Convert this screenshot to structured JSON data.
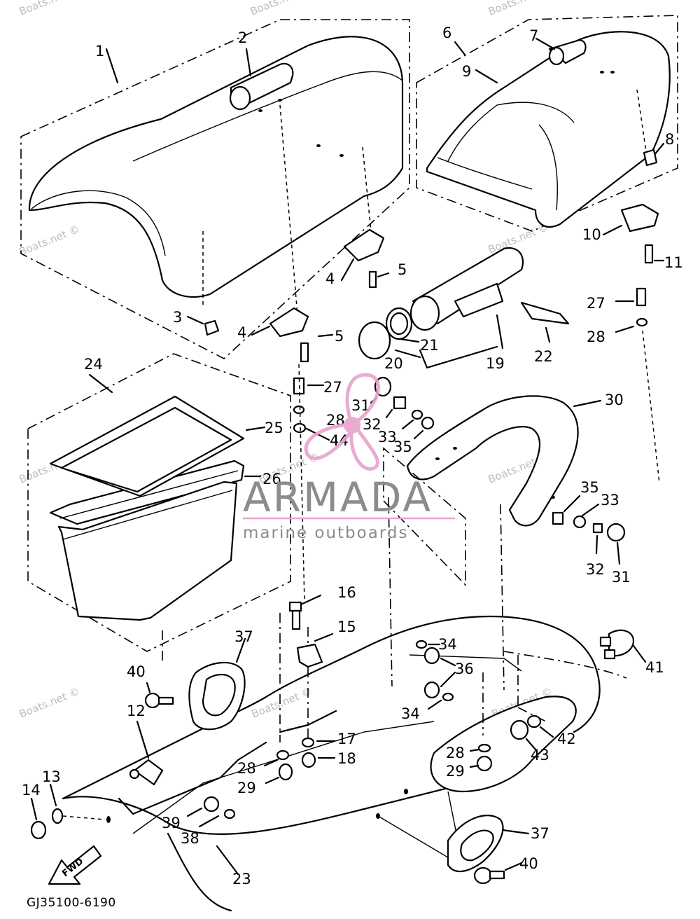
{
  "diagram": {
    "drawing_code": "GJ35100-6190",
    "direction_arrow_label": "FWD",
    "callouts": [
      "1",
      "2",
      "3",
      "4",
      "4",
      "5",
      "5",
      "6",
      "7",
      "8",
      "9",
      "10",
      "11",
      "12",
      "13",
      "14",
      "15",
      "16",
      "17",
      "18",
      "19",
      "20",
      "21",
      "22",
      "23",
      "24",
      "25",
      "26",
      "27",
      "27",
      "28",
      "28",
      "28",
      "28",
      "29",
      "29",
      "30",
      "31",
      "31",
      "32",
      "32",
      "33",
      "33",
      "34",
      "34",
      "35",
      "35",
      "36",
      "37",
      "37",
      "38",
      "39",
      "40",
      "40",
      "41",
      "42",
      "43",
      "44"
    ]
  },
  "overlay": {
    "brand_name": "ARMADA",
    "brand_tagline": "marine outboards",
    "watermark": "Boats.net ©",
    "brand_color": "#e8a2cf",
    "text_color": "#8c8c8c"
  }
}
